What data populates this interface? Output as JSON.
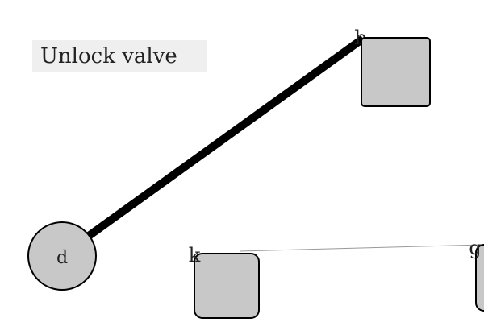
{
  "instruction": {
    "text": "Unlock valve",
    "background": "#efefef"
  },
  "nodes": {
    "d": {
      "label": "d",
      "shape": "circle",
      "fill": "#c8c8c8"
    },
    "b": {
      "label": "b",
      "shape": "rounded-square",
      "fill": "#c8c8c8"
    },
    "k": {
      "label": "k",
      "shape": "rounded-square",
      "fill": "#c8c8c8"
    },
    "g": {
      "label": "g",
      "shape": "rounded-square",
      "fill": "#c8c8c8"
    }
  },
  "links": {
    "d_b": {
      "from": "d",
      "to": "b",
      "style": "thick",
      "color": "#000000"
    },
    "k_g": {
      "from": "k",
      "to": "g",
      "style": "thin",
      "color": "#999999"
    }
  }
}
